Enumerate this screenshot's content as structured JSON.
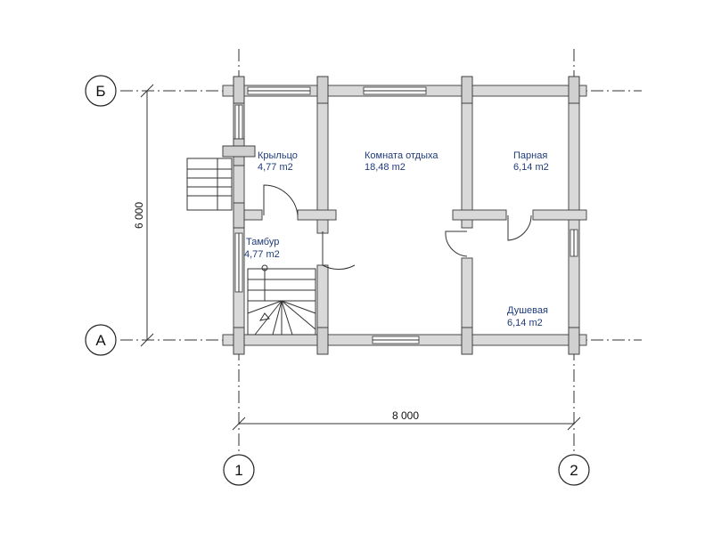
{
  "axes": {
    "horizontal": [
      {
        "id": "b",
        "label": "Б"
      },
      {
        "id": "a",
        "label": "А"
      }
    ],
    "vertical": [
      {
        "id": "1",
        "label": "1"
      },
      {
        "id": "2",
        "label": "2"
      }
    ]
  },
  "dimensions": {
    "width_label": "8 000",
    "height_label": "6 000"
  },
  "rooms": [
    {
      "id": "porch",
      "name": "Крыльцо",
      "area": "4,77 m2"
    },
    {
      "id": "lounge",
      "name": "Комната отдыха",
      "area": "18,48 m2"
    },
    {
      "id": "steam",
      "name": "Парная",
      "area": "6,14 m2"
    },
    {
      "id": "vestibule",
      "name": "Тамбур",
      "area": "4,77 m2"
    },
    {
      "id": "shower",
      "name": "Душевая",
      "area": "6,14 m2"
    }
  ],
  "colors": {
    "wall_fill": "#d9d9d9",
    "label_text": "#1f3b7a"
  }
}
